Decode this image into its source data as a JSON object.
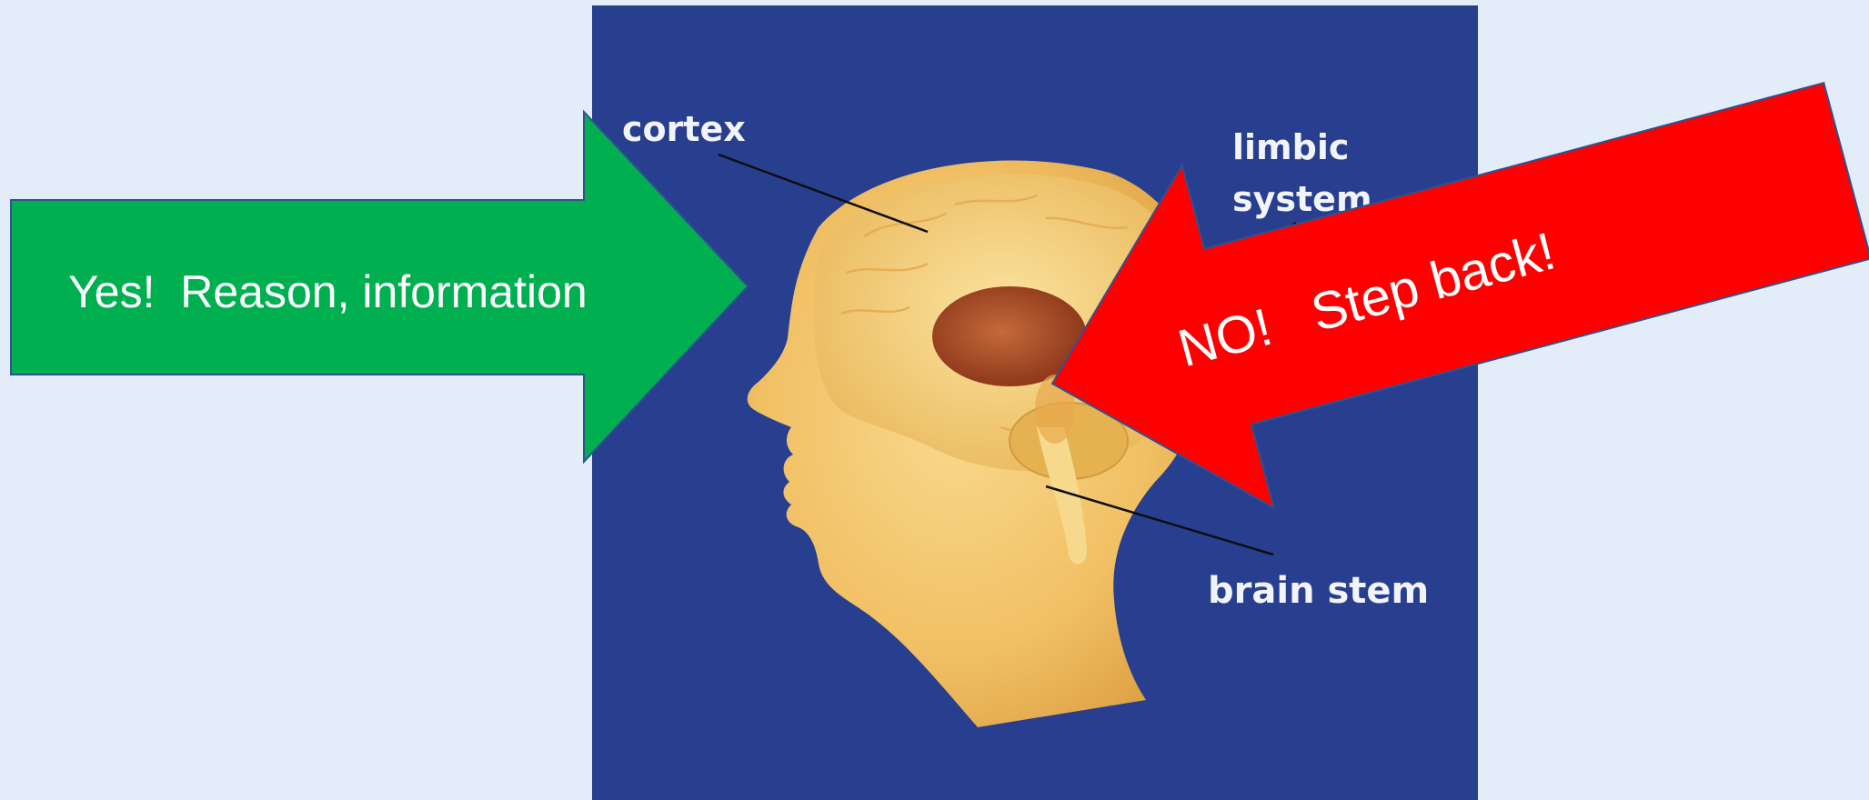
{
  "diagram": {
    "labels": {
      "cortex": "cortex",
      "limbic_line1": "limbic",
      "limbic_line2": "system",
      "brain_stem": "brain stem"
    }
  },
  "arrows": {
    "green": {
      "text": "Yes!  Reason, information",
      "color": "#00b050"
    },
    "red": {
      "text": "NO!   Step back!",
      "color": "#ff0000"
    }
  },
  "colors": {
    "background": "#e3edfa",
    "panel": "#283f8f",
    "skin": "#f0c36a",
    "brain": "#b05a2a"
  }
}
